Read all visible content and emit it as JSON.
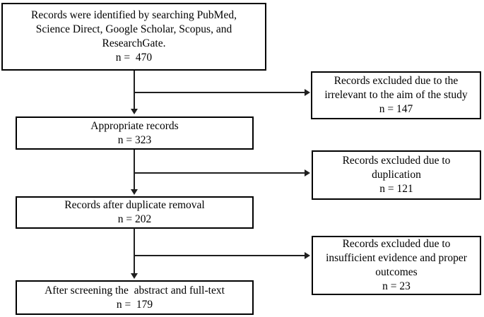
{
  "colors": {
    "box_border": "#000000",
    "box_background": "#ffffff",
    "text_color": "#000000",
    "arrow_color": "#1f1f1f",
    "page_background": "#ffffff"
  },
  "flow": {
    "main": [
      {
        "key": "identification",
        "text": "Records were identified by searching PubMed,\nScience Direct, Google Scholar, Scopus, and\nResearchGate.\nn =  470",
        "n": 470
      },
      {
        "key": "appropriate-records",
        "text": "Appropriate records\nn = 323",
        "n": 323
      },
      {
        "key": "records-after-duplicate-removal",
        "text": "Records after duplicate removal\nn = 202",
        "n": 202
      },
      {
        "key": "after-screening-abstract-fulltext",
        "text": "After screening the  abstract and full-text\nn =  179",
        "n": 179
      }
    ],
    "exclusions": [
      {
        "key": "excluded-irrelevant",
        "text": "Records excluded due to the\nirrelevant to the aim of the study\nn = 147",
        "n": 147
      },
      {
        "key": "excluded-duplication",
        "text": "Records excluded due to\nduplication\nn = 121",
        "n": 121
      },
      {
        "key": "excluded-insufficient-evidence",
        "text": "Records excluded due to\ninsufficient evidence and proper\noutcomes\nn = 23",
        "n": 23
      }
    ]
  }
}
